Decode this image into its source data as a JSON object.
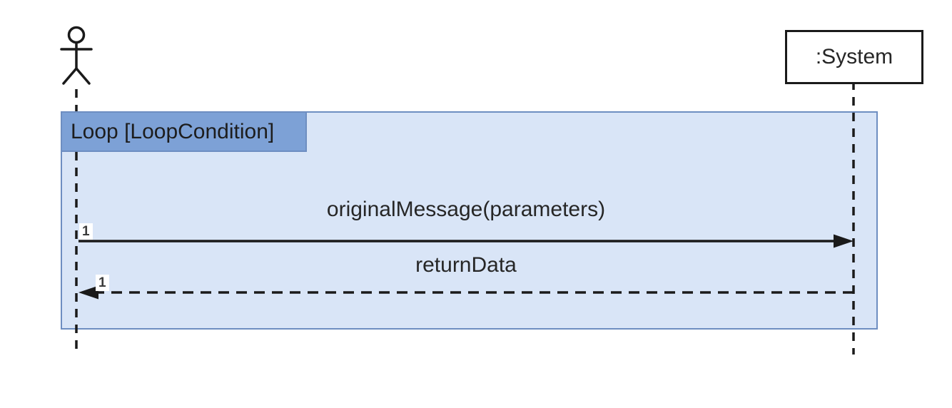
{
  "diagram": {
    "type": "uml-sequence-diagram",
    "participants": {
      "actor": {
        "kind": "actor-stick-figure",
        "label": ""
      },
      "system": {
        "kind": "object",
        "label": ":System"
      }
    },
    "loop_fragment": {
      "label": "Loop [LoopCondition]",
      "operator": "Loop",
      "condition": "LoopCondition"
    },
    "messages": [
      {
        "seq": "1",
        "label": "originalMessage(parameters)",
        "from": "actor",
        "to": "system",
        "line_style": "solid",
        "direction": "right"
      },
      {
        "seq": "1",
        "label": "returnData",
        "from": "system",
        "to": "actor",
        "line_style": "dashed",
        "direction": "left"
      }
    ],
    "colors": {
      "background": "#ffffff",
      "fragment_fill": "#d9e5f7",
      "fragment_border": "#6e8ec1",
      "loop_label_fill": "#7da1d6",
      "line_color": "#1a1a1a",
      "text_color": "#262626"
    }
  }
}
